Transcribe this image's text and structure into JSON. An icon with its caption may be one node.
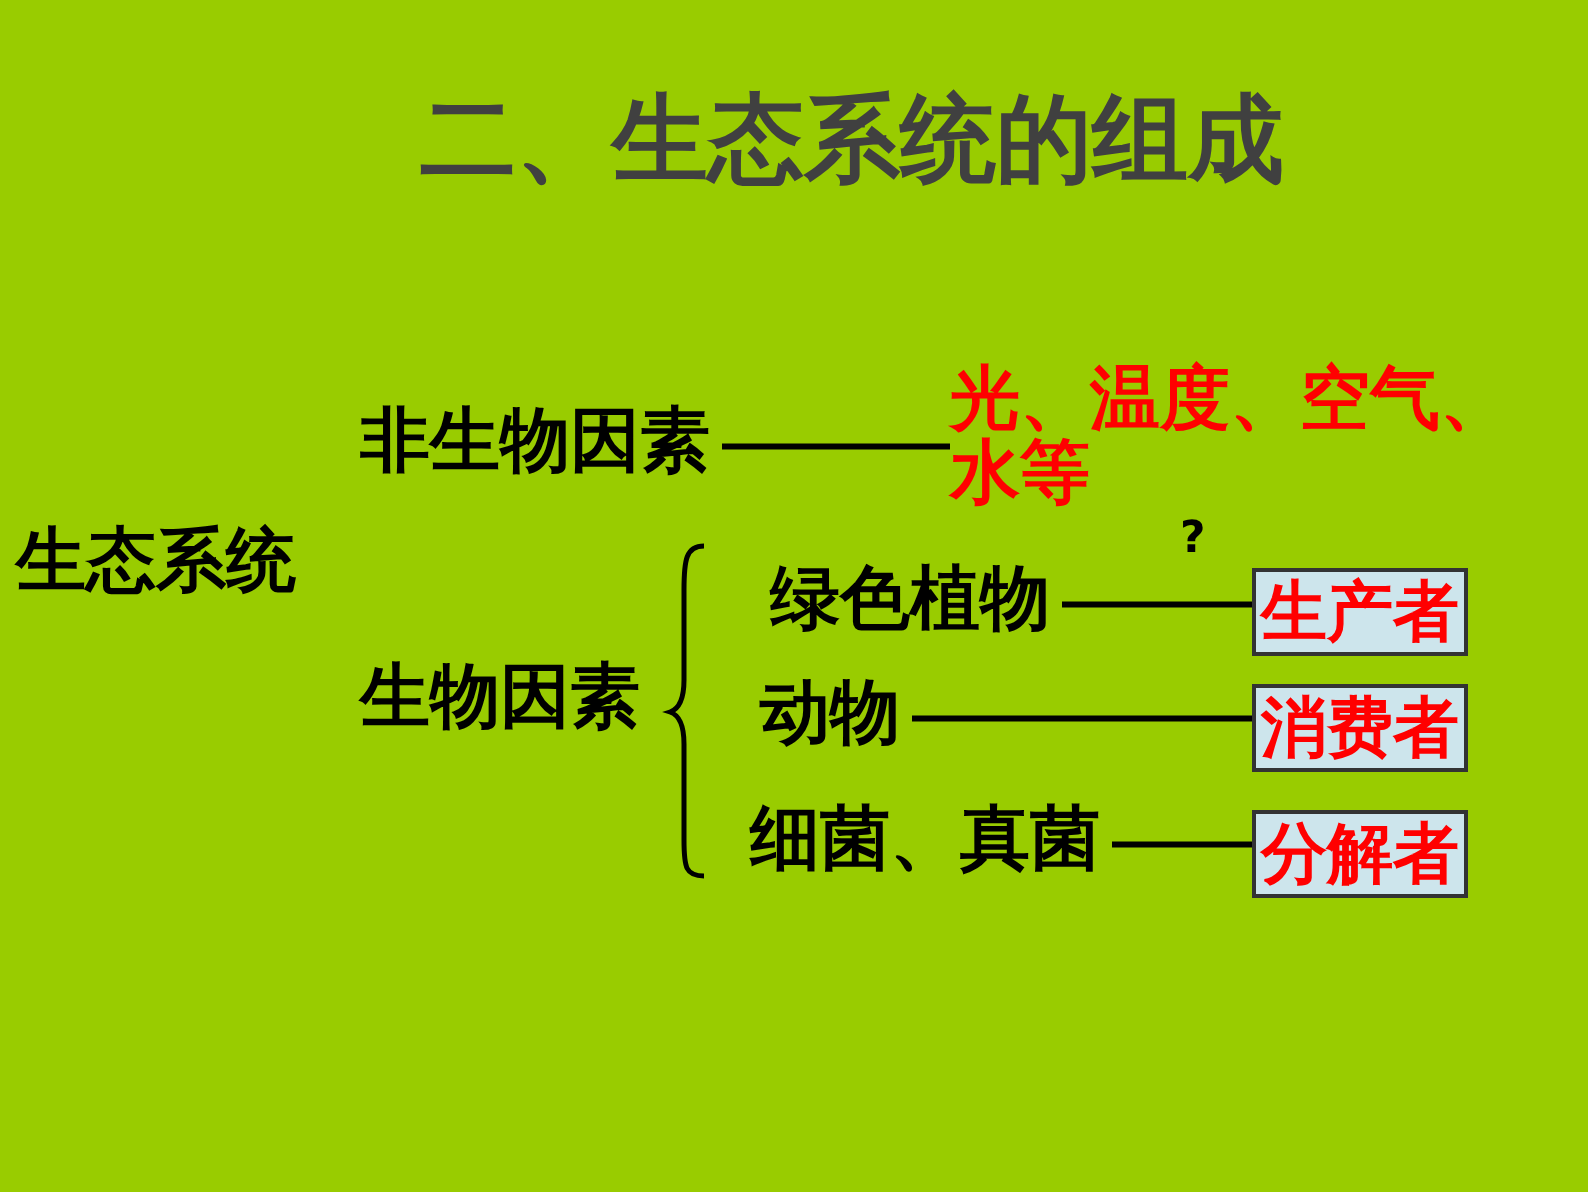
{
  "diagram": {
    "title": "二、生态系统的组成",
    "nodes": [
      {
        "text": [
          "生态系统"
        ]
      },
      {
        "text": [
          "非生物因素"
        ]
      },
      {
        "text": [
          "光、温度、空气、水等"
        ]
      },
      {
        "text": [
          "生物因素"
        ]
      },
      {
        "text": [
          "绿色植物"
        ]
      },
      {
        "text": [
          "生产者"
        ]
      },
      {
        "text": [
          "动物"
        ]
      },
      {
        "text": [
          "消费者"
        ]
      },
      {
        "text": [
          "细菌、真菌"
        ]
      },
      {
        "text": [
          "分解者"
        ]
      }
    ],
    "edges": [
      {
        "from": 1,
        "to": 2,
        "arrow": "none"
      },
      {
        "from": 4,
        "to": 5,
        "arrow": "none"
      },
      {
        "from": 6,
        "to": 7,
        "arrow": "none"
      },
      {
        "from": 8,
        "to": 9,
        "arrow": "none"
      }
    ],
    "labels": [
      "?"
    ]
  }
}
